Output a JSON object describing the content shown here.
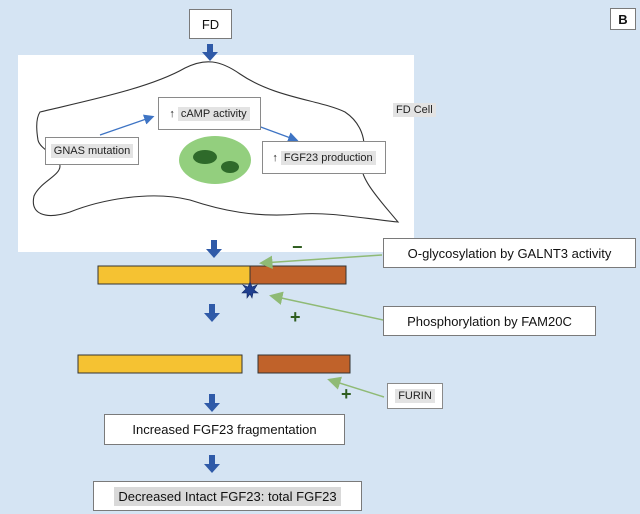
{
  "panel_label": "B",
  "top_node": "FD",
  "cell": {
    "title": "FD Cell",
    "gnas": "GNAS mutation",
    "camp_arrow": "↑",
    "camp": "cAMP activity",
    "fgf23_arrow": "↑",
    "fgf23_production": "FGF23 production"
  },
  "modifiers": {
    "glycosylation": "O-glycosylation by GALNT3 activity",
    "glycosylation_sign": "−",
    "phosphorylation": "Phosphorylation by FAM20C",
    "phosphorylation_sign": "+",
    "furin": "FURIN",
    "furin_sign": "+"
  },
  "outcomes": {
    "fragmentation": "Increased FGF23 fragmentation",
    "ratio": "Decreased Intact FGF23: total FGF23"
  },
  "colors": {
    "background": "#d5e4f3",
    "arrow_blue": "#2f5aa8",
    "bar_yellow": "#f5c232",
    "bar_brown": "#c0622a",
    "green_arrow": "#8fba75",
    "nucleus_light": "#93cf7e",
    "nucleus_dark": "#2e6a2a"
  }
}
